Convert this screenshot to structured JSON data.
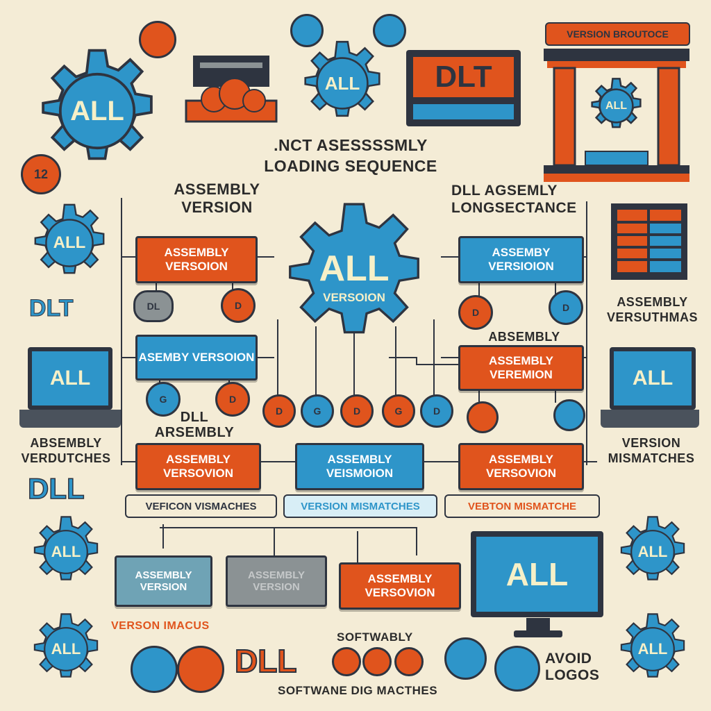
{
  "colors": {
    "background": "#f4ecd6",
    "blue": "#2e95c9",
    "orange": "#e0541d",
    "dark": "#2e3440",
    "gear_text": "#f6f0c8"
  },
  "header": {
    "title_line1": ".NCT ASESSSSMLY",
    "title_line2": "LOADING SEQUENCE",
    "dlt_sign": "DLT",
    "version_banner": "VERSION BROUTOCE"
  },
  "gears": {
    "top_left": "ALL",
    "top_center": "ALL",
    "temple": "ALL",
    "left_mid": "ALL",
    "center_main": "ALL",
    "center_sub": "VERSOION",
    "bottom_left_1": "ALL",
    "bottom_left_2": "ALL",
    "bottom_right_1": "ALL",
    "bottom_right_2": "ALL"
  },
  "labels": {
    "assembly_version": "ASSEMBLY VERSION",
    "dll_long_section": "DLL AGSEMLY LONGSECTANCE",
    "assembly_versuthmas": "ASSEMBLY VERSUTHMAS",
    "absembly_over_box": "ABSEMBLY",
    "dll_arsembly": "DLL ARSEMBLY",
    "absembly_verutches": "ABSEMBLY VERDUTCHES",
    "version_mismatches_right": "VERSION MISMATCHES",
    "dll_big": "DLL",
    "version_imacus": "VERSON IMACUS",
    "softwably": "SOFTWABLY",
    "software_mismatches": "SOFTWANE DIG MACTHES",
    "dll_bottom": "DLL",
    "avoid_logos": "AVOID LOGOS",
    "badge_12": "12",
    "dlt_deco": "DLT"
  },
  "boxes": {
    "r1_left": "ASSEMBLY VERSOION",
    "r1_right": "ASSEMBY VERSIOION",
    "r2_left": "ASEMBY VERSOION",
    "r2_right": "ASSEMBLY VEREMION",
    "r3_left": "ASSEMBLY VERSOVION",
    "r3_mid": "ASSEMBLY VEISMOION",
    "r3_right": "ASSEMBLY VERSOVION",
    "r4_a": "ASSEMBLY VERSION",
    "r4_b": "ASSEMBLY VERSION",
    "r4_c": "ASSEMBLY VERSOVION"
  },
  "tags": {
    "left": "VEFICON VISMACHES",
    "mid": "VERSION MISMATCHES",
    "right": "VEBTON MISMATCHE"
  },
  "screens": {
    "laptop_left": "ALL",
    "laptop_right": "ALL",
    "monitor": "ALL"
  },
  "circles": {
    "c1": "DL",
    "c2": "D",
    "c3": "D",
    "c4": "D",
    "c5": "G",
    "c6": "D",
    "c7": "D",
    "c8": "G",
    "c9": "D",
    "c10": "G",
    "c11": "D"
  }
}
